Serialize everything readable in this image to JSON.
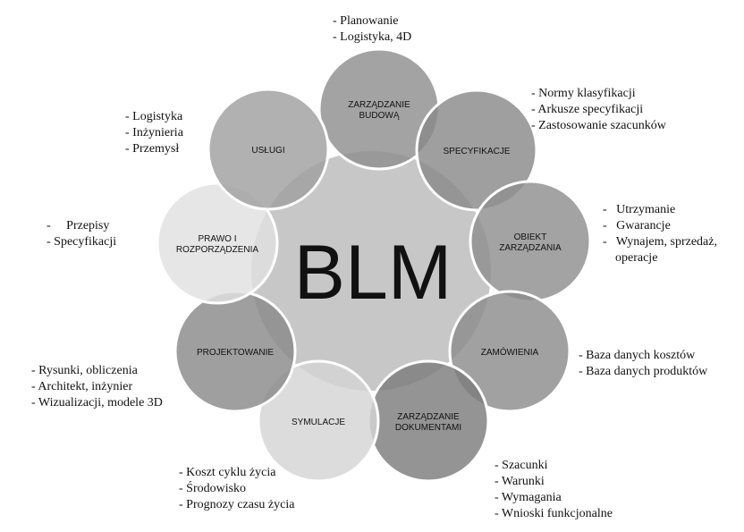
{
  "center": {
    "label": "BLM",
    "fill": "#c7c7c7"
  },
  "nodes": [
    {
      "id": "zarzadzanie-budowa",
      "lines": [
        "ZARZĄDZANIE",
        "BUDOWĄ"
      ],
      "fill": "#8f8f8f",
      "notes": [
        "- Planowanie",
        "- Logistyka, 4D"
      ]
    },
    {
      "id": "specyfikacje",
      "lines": [
        "SPECYFIKACJE"
      ],
      "fill": "#8a8a8a",
      "notes": [
        "- Normy klasyfikacji",
        "- Arkusze specyfikacji",
        "- Zastosowanie szacunków"
      ]
    },
    {
      "id": "obiekt-zarzadzania",
      "lines": [
        "OBIEKT",
        "ZARZĄDZANIA"
      ],
      "fill": "#8f8f8f",
      "notes": [
        "-   Utrzymanie",
        "-   Gwarancje",
        "-   Wynajem, sprzedaż,",
        "    operacje"
      ]
    },
    {
      "id": "zamowienia",
      "lines": [
        "ZAMÓWIENIA"
      ],
      "fill": "#8c8c8c",
      "notes": [
        "- Baza danych kosztów",
        "- Baza danych produktów"
      ]
    },
    {
      "id": "zarzadzanie-dokumentami",
      "lines": [
        "ZARZĄDZANIE",
        "DOKUMENTAMI"
      ],
      "fill": "#7c7c7c",
      "notes": [
        "- Szacunki",
        "- Warunki",
        "- Wymagania",
        "- Wnioski funkcjonalne"
      ]
    },
    {
      "id": "symulacje",
      "lines": [
        "SYMULACJE"
      ],
      "fill": "#d4d4d4",
      "notes": [
        "- Koszt cyklu życia",
        "- Środowisko",
        "- Prognozy czasu życia"
      ]
    },
    {
      "id": "projektowanie",
      "lines": [
        "PROJEKTOWANIE"
      ],
      "fill": "#8a8a8a",
      "notes": [
        "- Rysunki, obliczenia",
        "- Architekt, inżynier",
        "- Wizualizacji, modele 3D"
      ]
    },
    {
      "id": "prawo-i-rozporzadzenia",
      "lines": [
        "PRAWO I",
        "ROZPORZĄDZENIA"
      ],
      "fill": "#e1e1e1",
      "notes": [
        "-     Przepisy",
        "- Specyfikacji"
      ]
    },
    {
      "id": "uslugi",
      "lines": [
        "USŁUGI"
      ],
      "fill": "#a0a0a0",
      "notes": [
        "- Logistyka",
        "- Inżynieria",
        "- Przemysł"
      ]
    }
  ]
}
